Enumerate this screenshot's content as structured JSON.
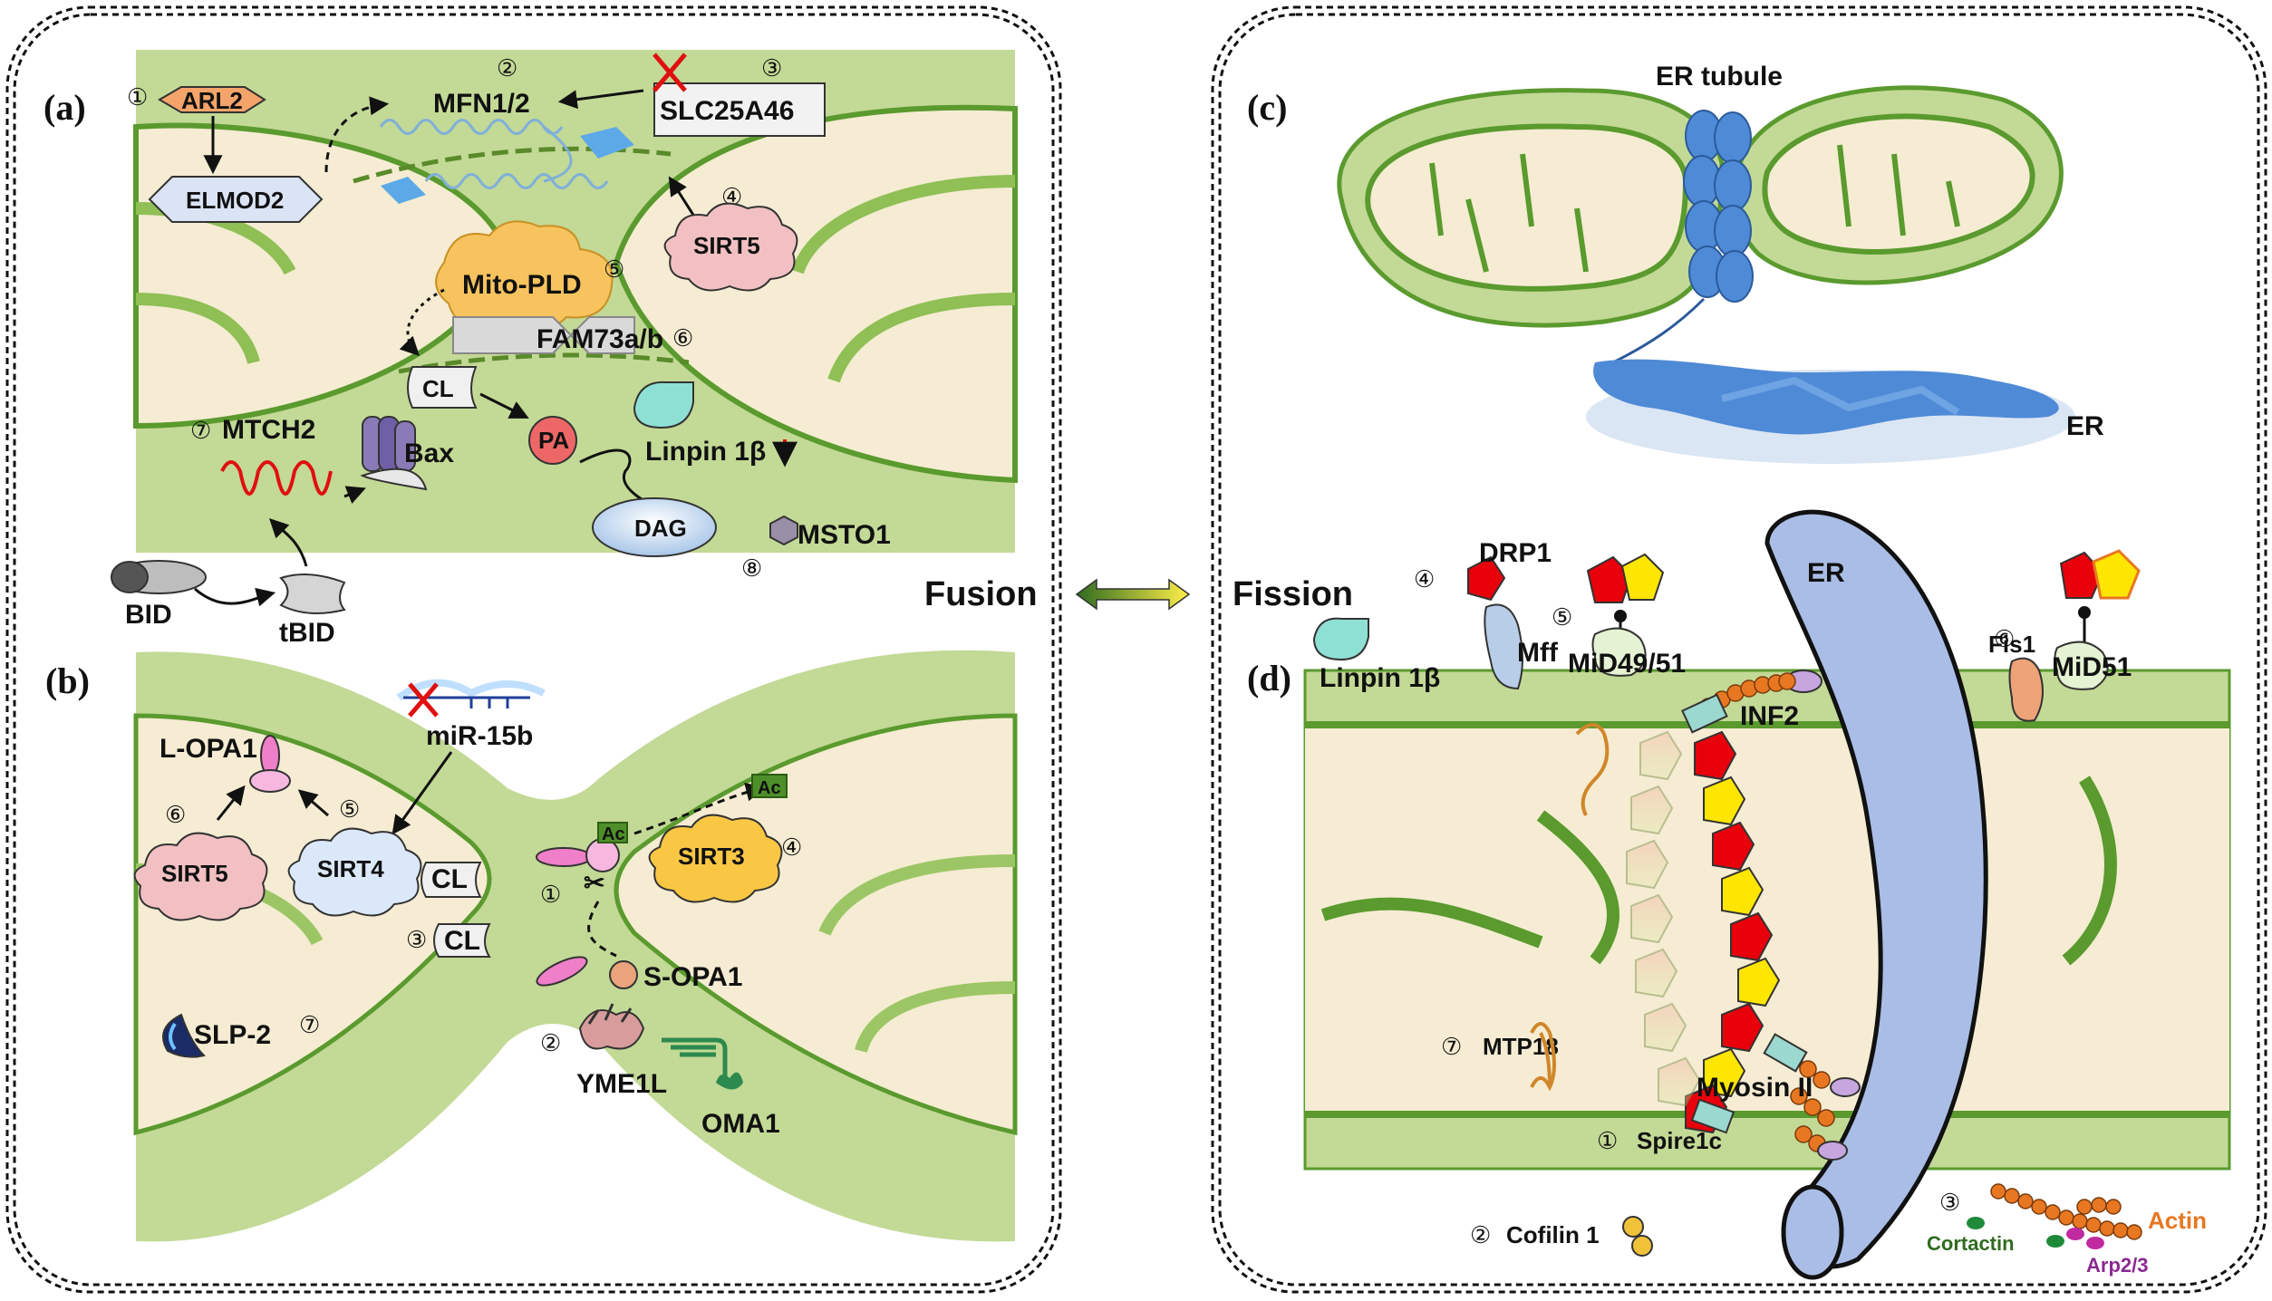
{
  "panels": {
    "a": "(a)",
    "b": "(b)",
    "c": "(c)",
    "d": "(d)"
  },
  "center": {
    "fusion": "Fusion",
    "fission": "Fission"
  },
  "panel_a": {
    "arl2": "ARL2",
    "elmod2": "ELMOD2",
    "mfn": "MFN1/2",
    "slc": "SLC25A46",
    "sirt5": "SIRT5",
    "mitopld": "Mito-PLD",
    "fam73": "FAM73a/b",
    "cl": "CL",
    "pa": "PA",
    "linpin": "Linpin 1β",
    "mtch2": "MTCH2",
    "bax": "Bax",
    "dag": "DAG",
    "msto1": "MSTO1",
    "bid": "BID",
    "tbid": "tBID",
    "n1": "①",
    "n2": "②",
    "n3": "③",
    "n4": "④",
    "n5": "⑤",
    "n6": "⑥",
    "n7": "⑦",
    "n8": "⑧"
  },
  "panel_b": {
    "mir": "miR-15b",
    "lopa1": "L-OPA1",
    "sirt5": "SIRT5",
    "sirt4": "SIRT4",
    "cl1": "CL",
    "cl2": "CL",
    "sirt3": "SIRT3",
    "ac1": "Ac",
    "ac2": "Ac",
    "sopa1": "S-OPA1",
    "slp2": "SLP-2",
    "yme1l": "YME1L",
    "oma1": "OMA1",
    "n1": "①",
    "n2": "②",
    "n3": "③",
    "n4": "④",
    "n5": "⑤",
    "n6": "⑥",
    "n7": "⑦"
  },
  "panel_c": {
    "er_tubule": "ER tubule",
    "er": "ER"
  },
  "panel_d": {
    "drp1": "DRP1",
    "mff": "Mff",
    "mid4951": "MiD49/51",
    "linpin": "Linpin 1β",
    "er": "ER",
    "fis1": "Fis1",
    "mid51": "MiD51",
    "inf2": "INF2",
    "mtp18": "MTP18",
    "myosin": "Myosin II",
    "spire": "Spire1c",
    "cofilin": "Cofilin 1",
    "actin": "Actin",
    "cortactin": "Cortactin",
    "arp": "Arp2/3",
    "n1": "①",
    "n2": "②",
    "n3": "③",
    "n4": "④",
    "n5": "⑤",
    "n6": "⑥",
    "n7": "⑦"
  },
  "colors": {
    "mito_outer": "#c3d996",
    "mito_edge": "#5a9a2e",
    "matrix": "#f5ecd3",
    "er_blue": "#a9bde6",
    "drp1_red": "#e8000b",
    "drp1_yellow": "#ffe600",
    "actin_orange": "#e87722",
    "cortactin_green": "#2f6b1f",
    "arp_purple": "#8a2a8f"
  }
}
